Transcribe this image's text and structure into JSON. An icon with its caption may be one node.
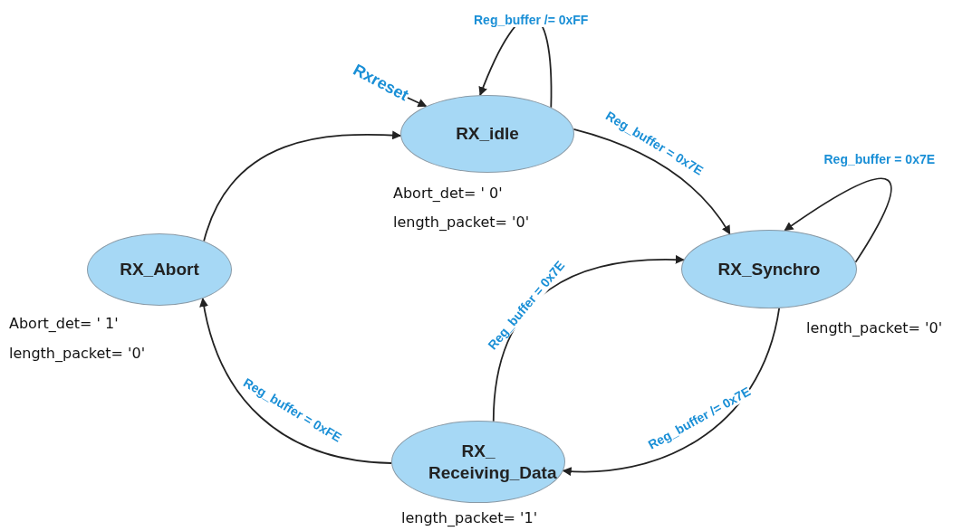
{
  "diagram": {
    "nodes": [
      {
        "text": [
          "RX_idle"
        ],
        "beside": [
          "Abort_det= ' 0'",
          "length_packet= '0'"
        ]
      },
      {
        "text": [
          "RX_Abort"
        ],
        "beside": [
          "Abort_det= ' 1'",
          "length_packet= '0'"
        ]
      },
      {
        "text": [
          "RX_Synchro"
        ],
        "beside": [
          "length_packet= '0'"
        ]
      },
      {
        "text": [
          "RX_ Receiving_Data"
        ],
        "beside": [
          "length_packet= '1'"
        ]
      }
    ],
    "edges": [
      {
        "from": null,
        "to": 0,
        "arrow": "to",
        "label": "Rxreset"
      },
      {
        "from": 0,
        "to": 0,
        "arrow": "to",
        "label": "Reg_buffer /= 0xFF"
      },
      {
        "from": 0,
        "to": 2,
        "arrow": "to",
        "label": "Reg_buffer = 0x7E"
      },
      {
        "from": 2,
        "to": 2,
        "arrow": "to",
        "label": "Reg_buffer = 0x7E"
      },
      {
        "from": 2,
        "to": 3,
        "arrow": "to",
        "label": "Reg_buffer /= 0x7E"
      },
      {
        "from": 3,
        "to": 2,
        "arrow": "to",
        "label": "Reg_buffer = 0x7E"
      },
      {
        "from": 3,
        "to": 1,
        "arrow": "to",
        "label": "Reg_buffer = 0xFE"
      },
      {
        "from": 1,
        "to": 0,
        "arrow": "to"
      }
    ]
  }
}
